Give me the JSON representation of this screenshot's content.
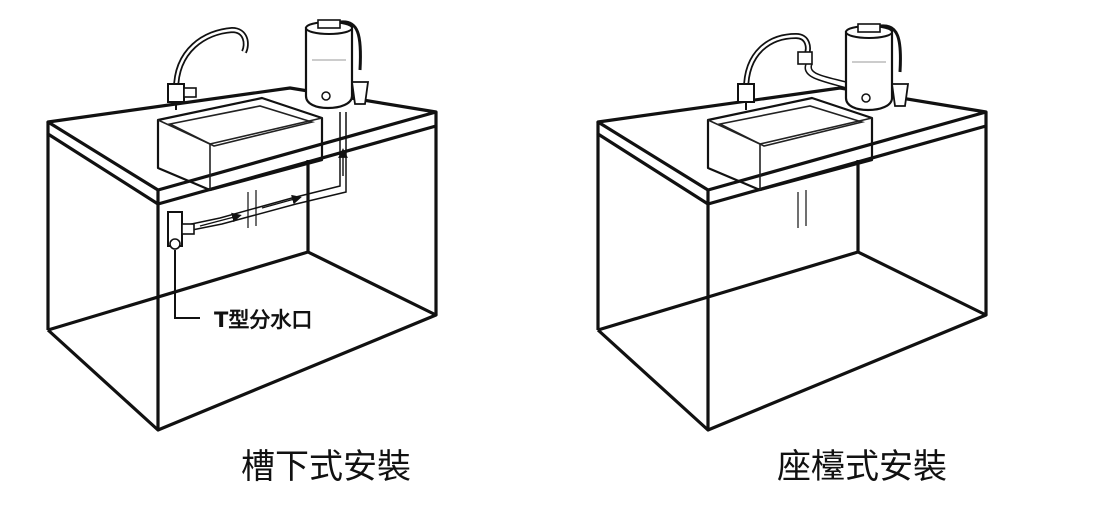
{
  "left_panel": {
    "caption": "槽下式安裝",
    "callout_label": "T型分水口"
  },
  "right_panel": {
    "caption": "座檯式安裝"
  },
  "colors": {
    "line": "#111111",
    "sink_water": "#dcdcdc",
    "background": "#ffffff"
  }
}
